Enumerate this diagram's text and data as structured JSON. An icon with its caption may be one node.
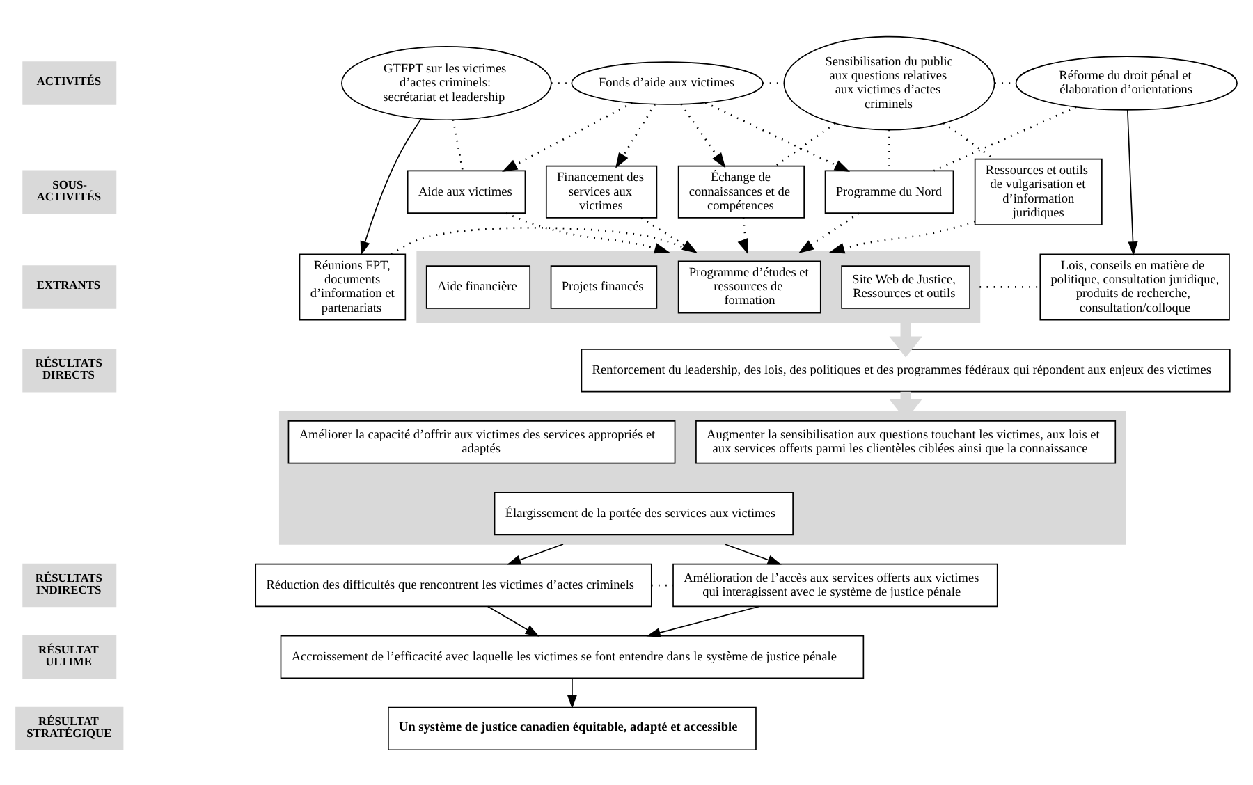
{
  "diagram": {
    "nodes": [
      {
        "text": [
          "ACTIVITÉS"
        ]
      },
      {
        "text": [
          "SOUS-ACTIVITÉS"
        ]
      },
      {
        "text": [
          "EXTRANTS"
        ]
      },
      {
        "text": [
          "RÉSULTATS DIRECTS"
        ]
      },
      {
        "text": [
          "RÉSULTATS INDIRECTS"
        ]
      },
      {
        "text": [
          "RÉSULTAT ULTIME"
        ]
      },
      {
        "text": [
          "RÉSULTAT STRATÉGIQUE"
        ]
      },
      {
        "text": [
          "GTFPT sur les victimes d’actes criminels: secrétariat et leadership"
        ]
      },
      {
        "text": [
          "Fonds d’aide aux victimes"
        ]
      },
      {
        "text": [
          "Sensibilisation du public aux questions relatives aux victimes d’actes criminels"
        ]
      },
      {
        "text": [
          "Réforme du droit pénal et élaboration d’orientations"
        ]
      },
      {
        "text": [
          "Aide aux victimes"
        ]
      },
      {
        "text": [
          "Financement des services aux victimes"
        ]
      },
      {
        "text": [
          "Échange de connaissances et de compétences"
        ]
      },
      {
        "text": [
          "Ressources et outils de vulgarisation et d’information juridiques"
        ]
      },
      {
        "text": [
          "Programme du Nord"
        ]
      },
      {
        "text": [
          "Réunions FPT, documents d’information et partenariats"
        ]
      },
      {
        "text": [],
        "shape": "box"
      },
      {
        "text": [
          "Aide financière"
        ],
        "in": 17
      },
      {
        "text": [
          "Projets financés"
        ],
        "in": 17
      },
      {
        "text": [
          "Programme d’études et ressources de formation"
        ],
        "in": 17
      },
      {
        "text": [
          "Site Web de Justice, Ressources et outils"
        ],
        "in": 17
      },
      {
        "text": [
          "Lois, conseils en matière de politique, consultation juridique, produits de recherche, consultation/colloque"
        ]
      },
      {
        "text": [
          "Renforcement du leadership, des lois, des politiques et des programmes fédéraux qui répondent aux enjeux des victimes"
        ]
      },
      {
        "text": [],
        "shape": "box"
      },
      {
        "text": [
          "Améliorer la capacité d’offrir aux victimes des services appropriés et adaptés"
        ],
        "in": 24
      },
      {
        "text": [
          "Augmenter la sensibilisation aux questions touchant les victimes, aux lois et aux services offerts parmi les clientèles ciblées ainsi que la connaissance"
        ],
        "in": 24
      },
      {
        "text": [
          "Élargissement de la portée des services aux victimes"
        ],
        "in": 24
      },
      {
        "text": [
          "Réduction des difficultés que rencontrent les victimes d’actes criminels"
        ]
      },
      {
        "text": [
          "Amélioration de l’accès aux services offerts aux victimes qui interagissent avec le système de justice pénale"
        ]
      },
      {
        "text": [
          "Accroissement de l’efficacité avec laquelle les victimes se font entendre dans le système de justice pénale"
        ]
      },
      {
        "text": [
          "Un système de justice canadien équitable, adapté et accessible"
        ]
      }
    ],
    "edges": [
      {
        "from": 7,
        "to": 8,
        "arrow": "none",
        "style": "dashed"
      },
      {
        "from": 8,
        "to": 9,
        "arrow": "none",
        "style": "dashed"
      },
      {
        "from": 9,
        "to": 10,
        "arrow": "none",
        "style": "dashed"
      },
      {
        "from": 7,
        "to": 16,
        "arrow": "to"
      },
      {
        "from": 10,
        "to": 22,
        "arrow": "to"
      },
      {
        "from": 7,
        "to": 11,
        "arrow": "none",
        "style": "dashed"
      },
      {
        "from": 8,
        "to": 11,
        "arrow": "to",
        "style": "dashed"
      },
      {
        "from": 8,
        "to": 12,
        "arrow": "to",
        "style": "dashed"
      },
      {
        "from": 8,
        "to": 13,
        "arrow": "to",
        "style": "dashed"
      },
      {
        "from": 8,
        "to": 15,
        "arrow": "to",
        "style": "dashed"
      },
      {
        "from": 9,
        "to": 13,
        "arrow": "none",
        "style": "dashed"
      },
      {
        "from": 9,
        "to": 14,
        "arrow": "none",
        "style": "dashed"
      },
      {
        "from": 9,
        "to": 15,
        "arrow": "none",
        "style": "dashed"
      },
      {
        "from": 10,
        "to": 15,
        "arrow": "none",
        "style": "dashed"
      },
      {
        "from": 11,
        "to": 17,
        "arrow": "to",
        "style": "dashed"
      },
      {
        "from": 12,
        "to": 17,
        "arrow": "to",
        "style": "dashed"
      },
      {
        "from": 13,
        "to": 17,
        "arrow": "to",
        "style": "dashed"
      },
      {
        "from": 14,
        "to": 17,
        "arrow": "to",
        "style": "dashed"
      },
      {
        "from": 15,
        "to": 17,
        "arrow": "to",
        "style": "dashed"
      },
      {
        "from": 16,
        "to": 17,
        "arrow": "none",
        "style": "dashed"
      },
      {
        "from": 17,
        "to": 22,
        "arrow": "none",
        "style": "dashed"
      },
      {
        "from": 17,
        "to": 23,
        "arrow": "to",
        "style": "thick",
        "color": "#d9d9d9"
      },
      {
        "from": 23,
        "to": 24,
        "arrow": "to",
        "style": "thick",
        "color": "#d9d9d9"
      },
      {
        "from": 24,
        "to": 28,
        "arrow": "to"
      },
      {
        "from": 24,
        "to": 29,
        "arrow": "to"
      },
      {
        "from": 28,
        "to": 29,
        "arrow": "none",
        "style": "dashed"
      },
      {
        "from": 28,
        "to": 30,
        "arrow": "to"
      },
      {
        "from": 29,
        "to": 30,
        "arrow": "to"
      },
      {
        "from": 30,
        "to": 31,
        "arrow": "to"
      }
    ]
  }
}
